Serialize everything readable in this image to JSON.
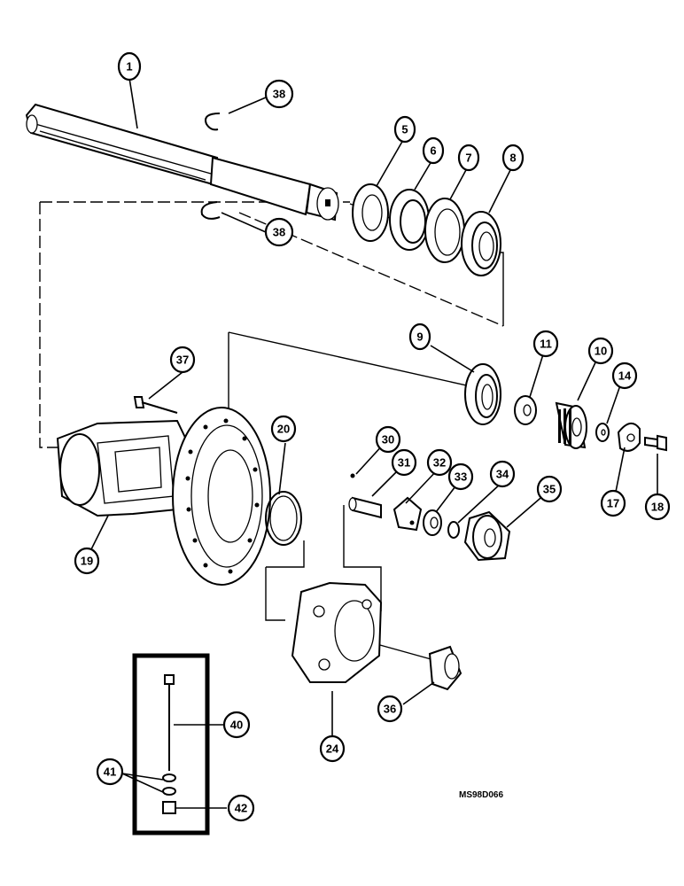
{
  "figure_code": "MS98D066",
  "callouts": [
    {
      "id": "c1",
      "label": "1"
    },
    {
      "id": "c38a",
      "label": "38"
    },
    {
      "id": "c38b",
      "label": "38"
    },
    {
      "id": "c5",
      "label": "5"
    },
    {
      "id": "c6",
      "label": "6"
    },
    {
      "id": "c7",
      "label": "7"
    },
    {
      "id": "c8",
      "label": "8"
    },
    {
      "id": "c9",
      "label": "9"
    },
    {
      "id": "c11",
      "label": "11"
    },
    {
      "id": "c10",
      "label": "10"
    },
    {
      "id": "c14",
      "label": "14"
    },
    {
      "id": "c17",
      "label": "17"
    },
    {
      "id": "c18",
      "label": "18"
    },
    {
      "id": "c37",
      "label": "37"
    },
    {
      "id": "c20",
      "label": "20"
    },
    {
      "id": "c19",
      "label": "19"
    },
    {
      "id": "c30",
      "label": "30"
    },
    {
      "id": "c31",
      "label": "31"
    },
    {
      "id": "c32",
      "label": "32"
    },
    {
      "id": "c33",
      "label": "33"
    },
    {
      "id": "c34",
      "label": "34"
    },
    {
      "id": "c35",
      "label": "35"
    },
    {
      "id": "c36",
      "label": "36"
    },
    {
      "id": "c24",
      "label": "24"
    },
    {
      "id": "c40",
      "label": "40"
    },
    {
      "id": "c41",
      "label": "41"
    },
    {
      "id": "c42",
      "label": "42"
    }
  ]
}
